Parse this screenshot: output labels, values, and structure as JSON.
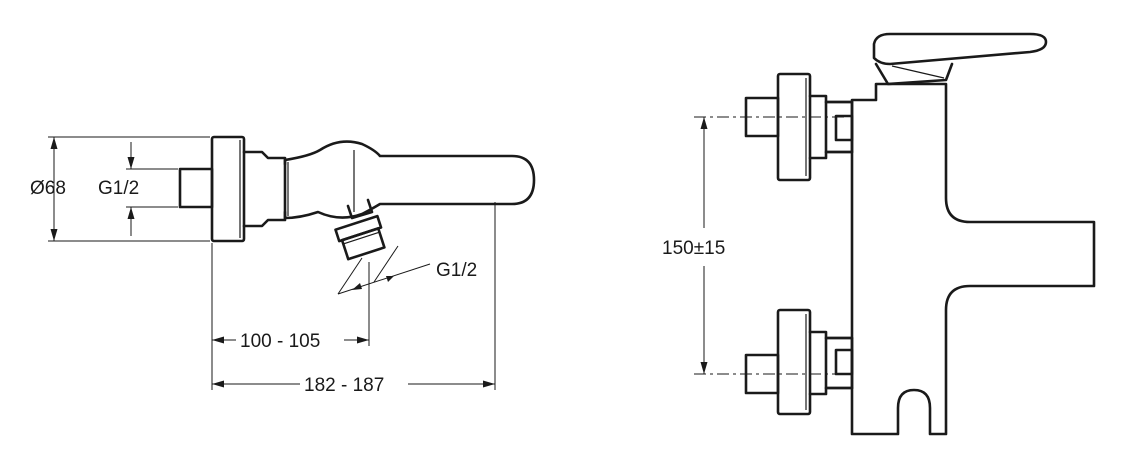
{
  "side_view": {
    "dim_diameter": "Ø68",
    "dim_inlet_thread": "G1/2",
    "dim_outlet_thread": "G1/2",
    "dim_outlet_offset": "100 - 105",
    "dim_total_depth": "182 - 187"
  },
  "front_view": {
    "dim_center_distance": "150±15"
  }
}
